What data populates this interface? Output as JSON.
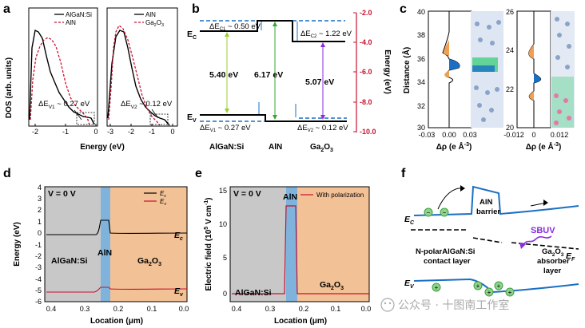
{
  "panels": {
    "a": {
      "label": "a",
      "ylabel": "DOS (arb. units)",
      "xlabel": "Energy (eV)",
      "left": {
        "legend": [
          "AlGaN:Si",
          "AlN"
        ],
        "xticks": [
          "-2",
          "-1",
          "0"
        ],
        "annotation": "ΔE",
        "annotation_sub": "V1",
        "annotation_val": " ~ 0.27 eV"
      },
      "right": {
        "legend": [
          "AlN",
          "Ga",
          "2",
          "O",
          "3"
        ],
        "xticks": [
          "-3",
          "-2",
          "-1",
          "0"
        ],
        "annotation": "ΔE",
        "annotation_sub": "V2",
        "annotation_val": " ~ 0.12 eV"
      }
    },
    "b": {
      "label": "b",
      "ec": "E",
      "ec_sub": "C",
      "ev": "E",
      "ev_sub": "V",
      "dec1": "ΔE",
      "dec1_sub": "C1",
      "dec1_val": " ~ 0.50 eV",
      "dec2": "ΔE",
      "dec2_sub": "C2",
      "dec2_val": " ~ 1.22 eV",
      "dev1": "ΔE",
      "dev1_sub": "V1",
      "dev1_val": " ~ 0.27 eV",
      "dev2": "ΔE",
      "dev2_sub": "V2",
      "dev2_val": " ~ 0.12 eV",
      "gap1": "5.40 eV",
      "gap2": "6.17 eV",
      "gap3": "5.07 eV",
      "mat1": "AlGaN:Si",
      "mat2": "AlN",
      "mat3": "Ga",
      "mat3_sub1": "2",
      "mat3_o": "O",
      "mat3_sub2": "3",
      "yticks": [
        "-2.0",
        "-4.0",
        "-6.0",
        "-8.0",
        "-10.0"
      ],
      "ylabel": "Energy (eV)"
    },
    "c": {
      "label": "c",
      "ylabel": "Distance (Å)",
      "left": {
        "yticks": [
          "40",
          "38",
          "36",
          "34",
          "32",
          "30"
        ],
        "xticks": [
          "-0.03",
          "0.00",
          "0.03"
        ]
      },
      "right": {
        "yticks": [
          "26",
          "24",
          "22",
          "20"
        ],
        "xticks": [
          "-0.012",
          "0",
          "0.012"
        ]
      },
      "xlabel": "Δρ (e Å",
      "xlabel_sup": "-3",
      "xlabel_end": ")"
    },
    "d": {
      "label": "d",
      "condition": "V = 0 V",
      "legend": [
        "E",
        "c",
        "E",
        "v"
      ],
      "ylabel": "Energy (eV)",
      "xlabel": "Location (μm)",
      "yticks": [
        "4",
        "3",
        "2",
        "1",
        "0",
        "-1",
        "-2",
        "-3",
        "-4",
        "-5",
        "-6"
      ],
      "xticks": [
        "0.4",
        "0.3",
        "0.2",
        "0.1",
        "0.0"
      ],
      "region1": "AlGaN:Si",
      "region2": "AlN",
      "region3": "Ga",
      "region3_sub1": "2",
      "region3_o": "O",
      "region3_sub2": "3",
      "curve_ec": "E",
      "curve_ec_sub": "c",
      "curve_ev": "E",
      "curve_ev_sub": "v"
    },
    "e": {
      "label": "e",
      "condition": "V = 0 V",
      "legend": "With polarization",
      "ylabel": "Electric field (10",
      "ylabel_sup": "5",
      "ylabel_end": " V cm",
      "ylabel_sup2": "-1",
      "ylabel_close": ")",
      "xlabel": "Location (μm)",
      "yticks": [
        "15",
        "10",
        "5",
        "0"
      ],
      "xticks": [
        "0.4",
        "0.3",
        "0.2",
        "0.1",
        "0.0"
      ],
      "region1": "AlGaN:Si",
      "region2": "AlN",
      "region3": "Ga",
      "region3_sub1": "2",
      "region3_o": "O",
      "region3_sub2": "3"
    },
    "f": {
      "label": "f",
      "barrier1": "AlN",
      "barrier2": "barrier",
      "ec": "E",
      "ec_sub": "C",
      "ev": "E",
      "ev_sub": "V",
      "ef": "E",
      "ef_sub": "F",
      "sbuv": "SBUV",
      "contact1": "N-polarAlGaN:Si",
      "contact2": "contact layer",
      "abs1": "Ga",
      "abs1_sub": "2",
      "abs1_o": "O",
      "abs1_sub2": "3",
      "abs2": "absorber",
      "abs3": "layer",
      "minus": "−",
      "plus": "+"
    }
  },
  "watermark": "公众号 · 十图南工作室",
  "colors": {
    "axis_red": "#c8102e",
    "blue": "#1a6fc4",
    "band_blue": "#7fb3dc",
    "gray_bg": "#c8c8c8",
    "orange_bg": "#f3c196",
    "green": "#3aa43a",
    "purple": "#8a2be2",
    "olive": "#9acd32"
  }
}
